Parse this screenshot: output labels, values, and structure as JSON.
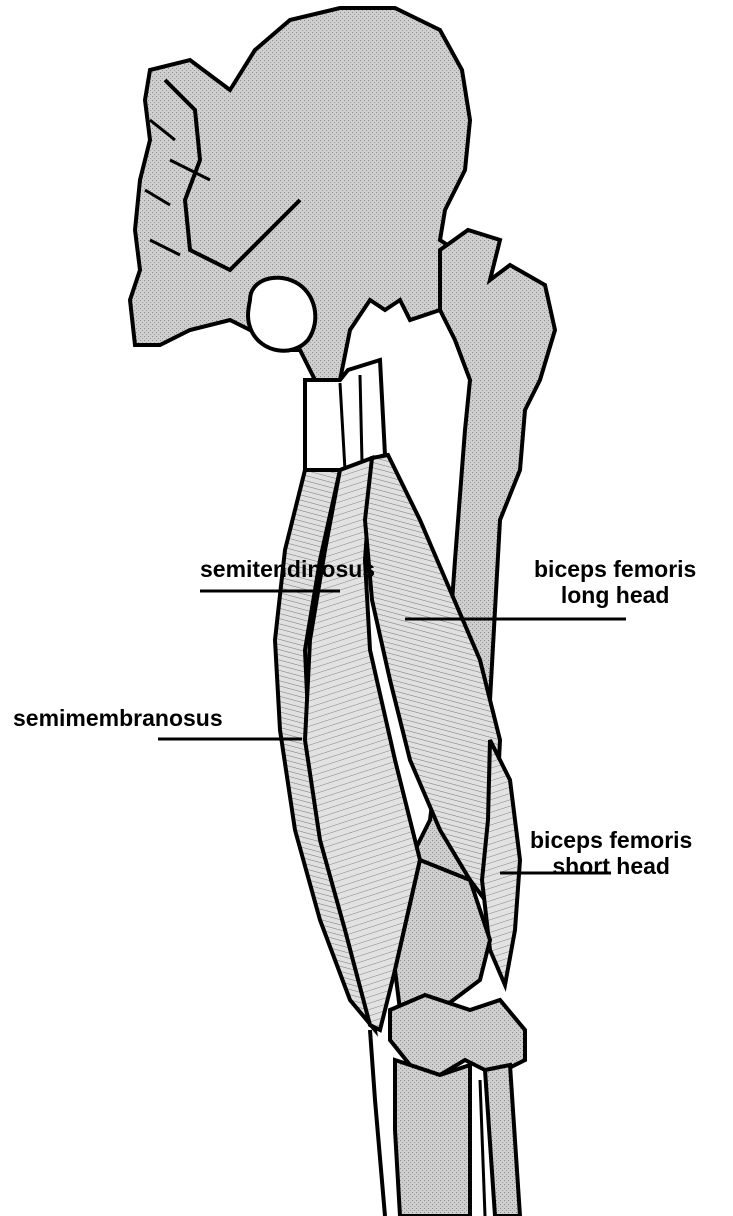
{
  "labels": {
    "semitendinosus": "semitendinosus",
    "biceps_femoris_long_head": [
      "biceps femoris",
      "long head"
    ],
    "semimembranosus": "semimembranosus",
    "biceps_femoris_short_head": [
      "biceps femoris",
      "short head"
    ]
  },
  "colors": {
    "bone_fill": "#c8c8c8",
    "muscle_fill": "#dcdcdc",
    "outline": "#000000",
    "background": "#ffffff"
  }
}
